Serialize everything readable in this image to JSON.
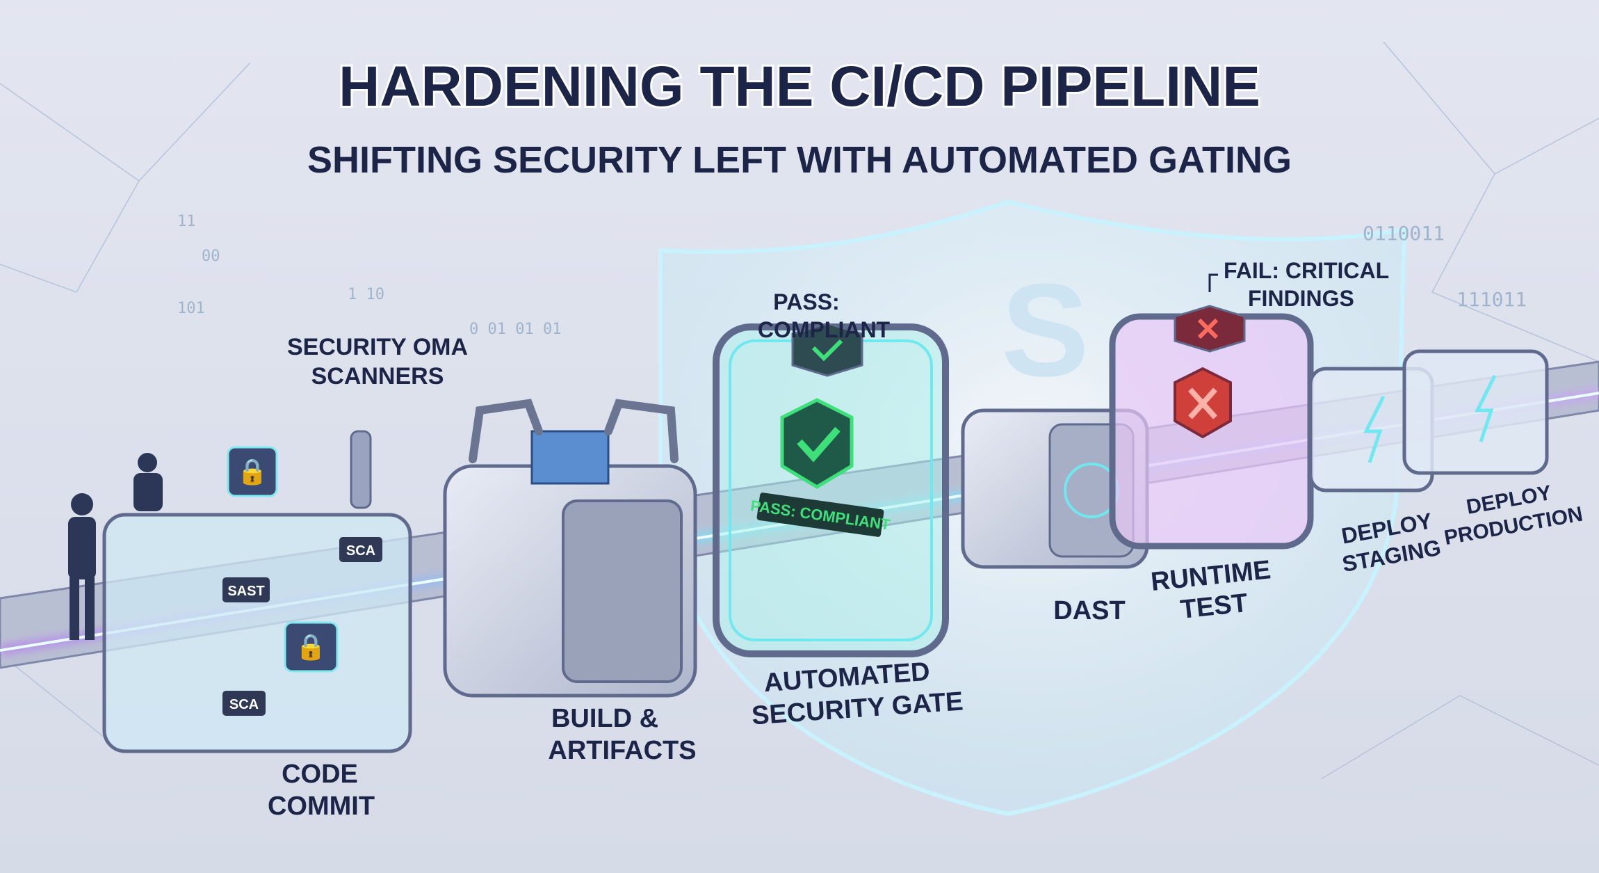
{
  "header": {
    "title": "HARDENING THE CI/CD PIPELINE",
    "subtitle": "SHIFTING SECURITY LEFT WITH AUTOMATED GATING"
  },
  "callouts": {
    "scanners": [
      "SECURITY OMA",
      "SCANNERS"
    ],
    "pass_top": [
      "PASS:",
      "COMPLIANT"
    ],
    "fail": [
      "FAIL: CRITICAL",
      "FINDINGS"
    ]
  },
  "stages": [
    {
      "label": [
        "CODE",
        "COMMIT"
      ],
      "badges": [
        "SAST",
        "SCA",
        "SCA"
      ]
    },
    {
      "label": [
        "BUILD &",
        "ARTIFACTS"
      ]
    },
    {
      "label": [
        "AUTOMATED",
        "SECURITY GATE"
      ],
      "status": "PASS: COMPLIANT"
    },
    {
      "label": [
        "DAST"
      ]
    },
    {
      "label": [
        "RUNTIME",
        "TEST"
      ]
    },
    {
      "label": [
        "DEPLOY",
        "STAGING"
      ]
    },
    {
      "label": [
        "DEPLOY",
        "PRODUCTION"
      ]
    }
  ],
  "binary_snippets": [
    "0110011",
    "111011",
    "11",
    "00",
    "101",
    "1 10",
    "0 01 01 01"
  ],
  "colors": {
    "background": "#dfe3ee",
    "title": "#1c2a5c",
    "pass": "#3ee07a",
    "fail": "#e8453c",
    "glow_cyan": "#6fe8f0",
    "glow_purple": "#c77df0"
  },
  "icons": [
    "lock-icon",
    "check-icon",
    "x-icon",
    "lightning-icon",
    "shield-icon",
    "robot-arm-icon",
    "container-icon",
    "person-icon"
  ]
}
